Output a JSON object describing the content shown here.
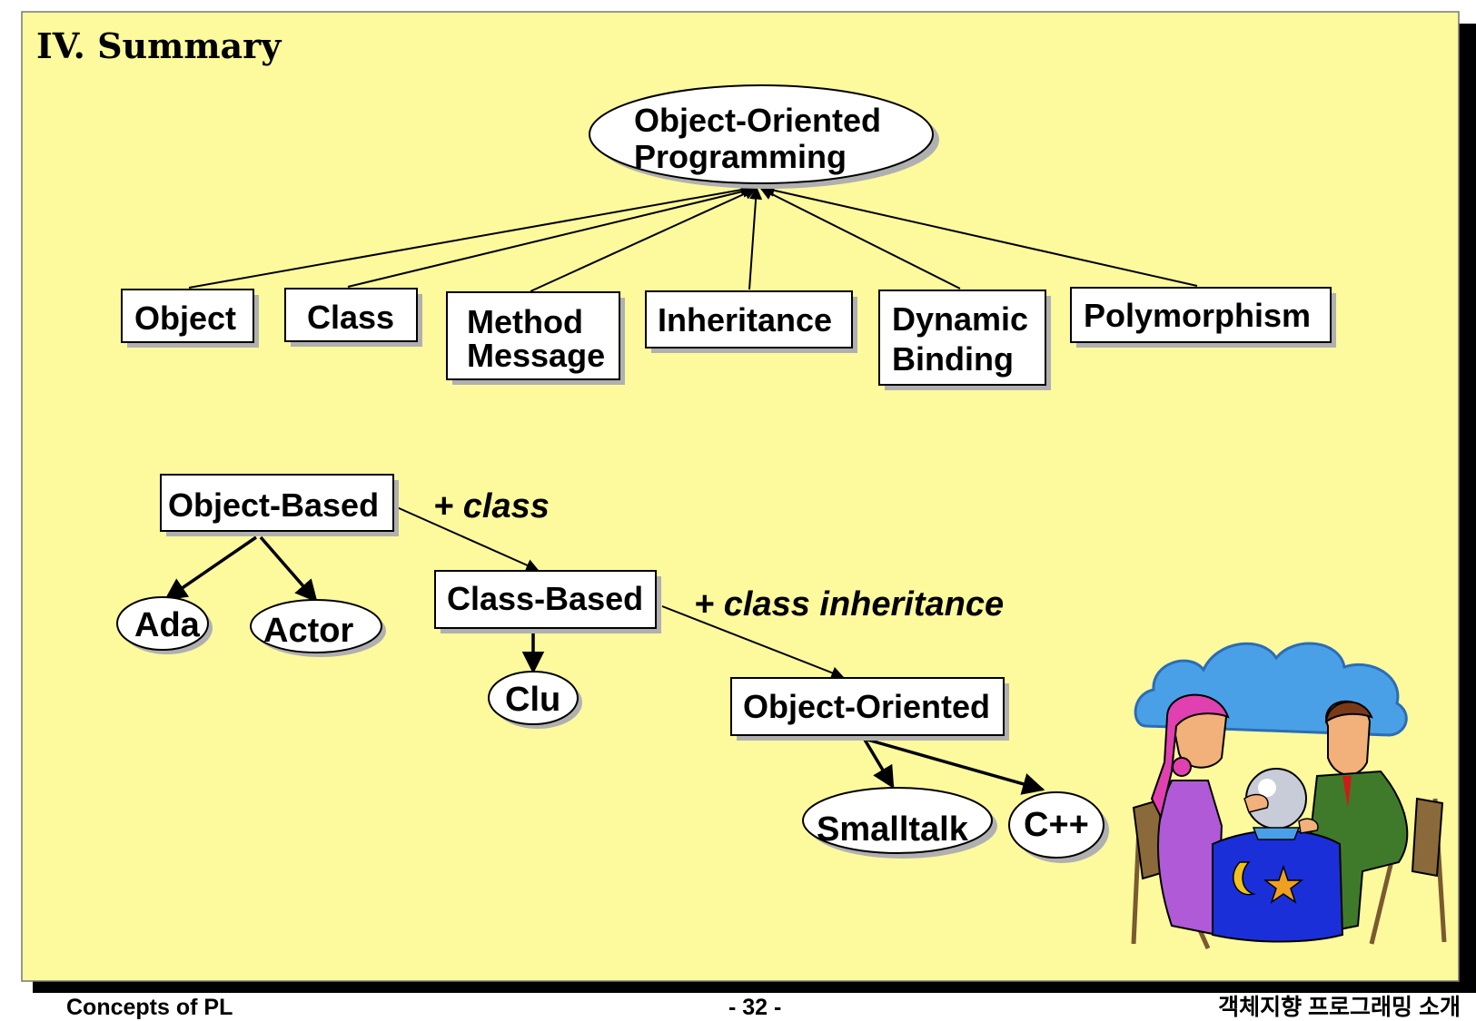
{
  "slide": {
    "title": "IV. Summary",
    "background": "#fdf99d",
    "footer": {
      "left": "Concepts of PL",
      "center": "- 32 -",
      "right": "객체지향 프로그래밍 소개"
    }
  },
  "diagram": {
    "root": {
      "line1": "Object-Oriented",
      "line2": "Programming"
    },
    "concepts": [
      {
        "line1": "Object",
        "line2": ""
      },
      {
        "line1": "Class",
        "line2": ""
      },
      {
        "line1": "Method",
        "line2": "Message"
      },
      {
        "line1": "Inheritance",
        "line2": ""
      },
      {
        "line1": "Dynamic",
        "line2": "Binding"
      },
      {
        "line1": "Polymorphism",
        "line2": ""
      }
    ],
    "paradigms": {
      "object_based": "Object-Based",
      "class_based": "Class-Based",
      "object_oriented": "Object-Oriented"
    },
    "transitions": {
      "to_class_based": "+ class",
      "to_object_oriented": "+ class inheritance"
    },
    "languages": {
      "ada": "Ada",
      "actor": "Actor",
      "clu": "Clu",
      "smalltalk": "Smalltalk",
      "cpp": "C++"
    },
    "illustration": {
      "icon": "fortune-teller-illustration"
    }
  }
}
